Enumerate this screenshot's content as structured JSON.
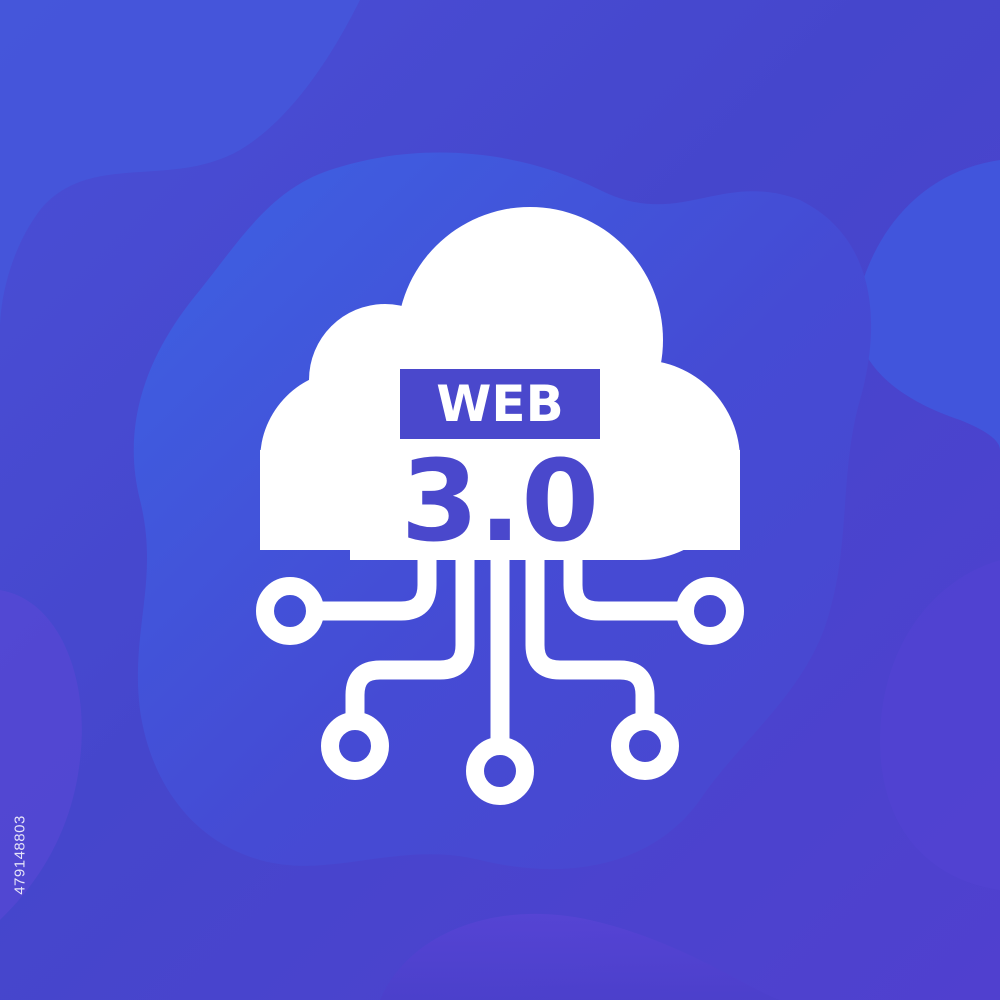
{
  "badge": {
    "label": "WEB",
    "version": "3.0"
  },
  "stock_id": "479148803",
  "colors": {
    "background": "#4a44cf",
    "blob_light": "#3f5ee0",
    "blob_dark": "#5540d0",
    "icon": "#ffffff",
    "label_box": "#4a48cc"
  },
  "icons": [
    "cloud-icon",
    "network-node-icon"
  ]
}
